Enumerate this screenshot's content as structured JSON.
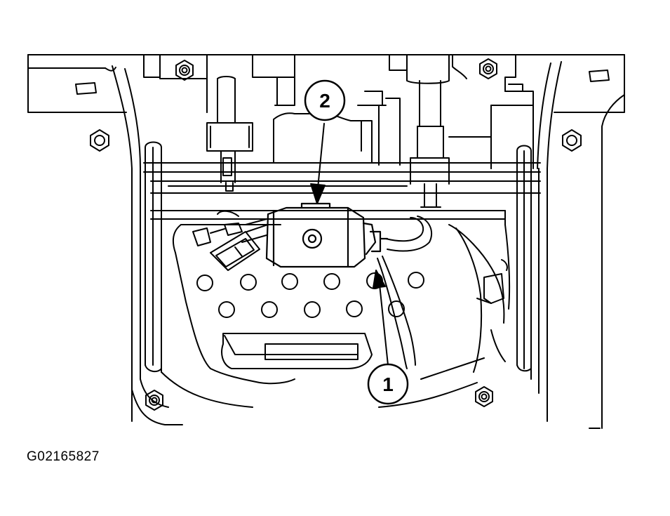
{
  "figure_id": "G02165827",
  "callouts": [
    {
      "number": "1"
    },
    {
      "number": "2"
    }
  ],
  "colors": {
    "line": "#000000",
    "background": "#ffffff"
  }
}
